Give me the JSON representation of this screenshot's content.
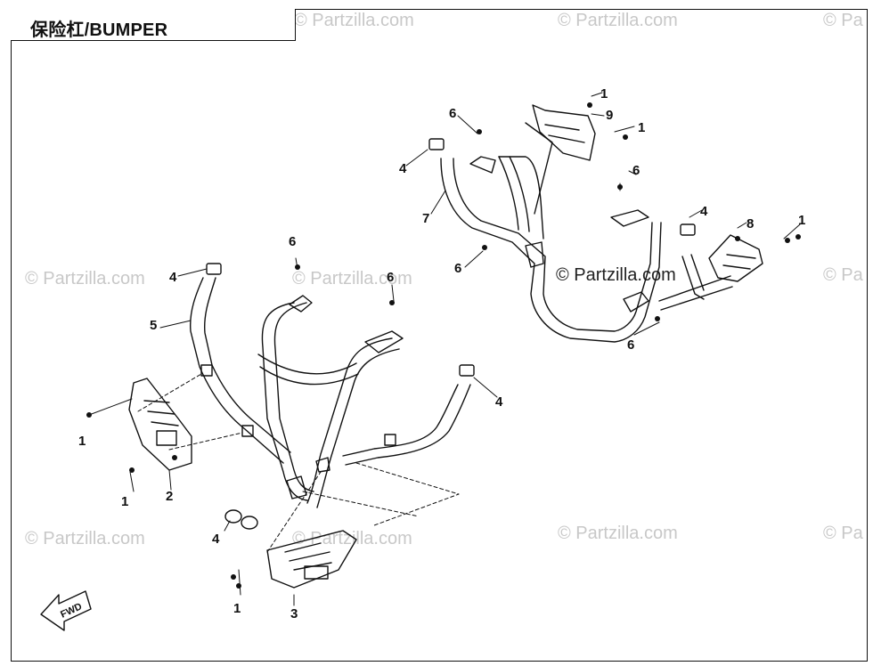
{
  "title": "保险杠/BUMPER",
  "watermark": {
    "text": "© Partzilla.com",
    "text_highlighted": "© Partzilla.com",
    "partial_text": "© Pa"
  },
  "callouts": {
    "c1": "1",
    "c2": "1",
    "c3": "1",
    "c4": "1",
    "c5": "1",
    "c6": "1",
    "c7": "2",
    "c8": "3",
    "c9": "4",
    "c10": "4",
    "c11": "4",
    "c12": "4",
    "c13": "4",
    "c14": "5",
    "c15": "6",
    "c16": "6",
    "c17": "6",
    "c18": "6",
    "c19": "6",
    "c20": "6",
    "c21": "7",
    "c22": "8",
    "c23": "9"
  },
  "fwd_label": "FWD",
  "colors": {
    "line": "#111111",
    "watermark": "#c8c8c8"
  }
}
